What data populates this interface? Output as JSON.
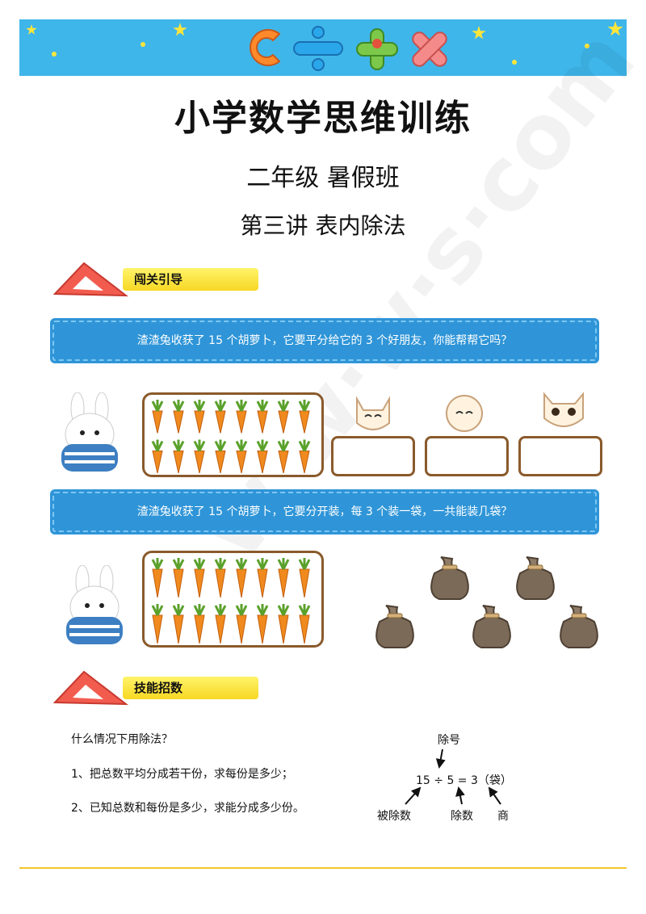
{
  "title": {
    "main": "小学数学思维训练",
    "grade": "二年级  暑假班",
    "lesson": "第三讲    表内除法"
  },
  "sections": {
    "intro_label": "闯关引导",
    "skills_label": "技能招数"
  },
  "questions": {
    "q1": "渣渣兔收获了 15 个胡萝卜，它要平分给它的 3 个好朋友，你能帮帮它吗？",
    "q2": "渣渣兔收获了 15 个胡萝卜，它要分开装，每 3 个装一袋，一共能装几袋？"
  },
  "skills": {
    "question": "什么情况下用除法？",
    "rule1": "1、把总数平均分成若干份，求每份是多少；",
    "rule2": "2、已知总数和每份是多少，求能分成多少份。"
  },
  "formula": {
    "sign_label": "除号",
    "expression": "15  ÷  5  =  3（袋）",
    "dividend_label": "被除数",
    "divisor_label": "除数",
    "quotient_label": "商"
  },
  "colors": {
    "banner": "#3fb6ea",
    "ribbon": "#2f95d8",
    "tag": "#f7d823",
    "box_border": "#8a5a2b",
    "carrot": "#f08a1e"
  }
}
